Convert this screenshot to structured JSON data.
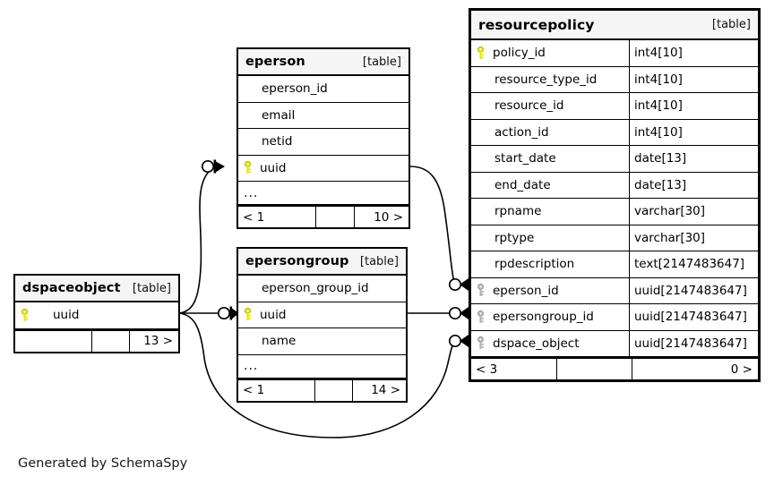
{
  "diagram": {
    "type": "entity-relationship-diagram",
    "generator_credit": "Generated by SchemaSpy",
    "table_tag": "[table]",
    "ellipsis": "...",
    "colors": {
      "primary_key": "#e8e800",
      "foreign_key": "#b3b3b3",
      "header_background": "#f5f5f5",
      "border": "#000000",
      "background": "#ffffff"
    }
  },
  "tables": [
    {
      "id": "dspaceobject",
      "name": "dspaceobject",
      "tag": "[table]",
      "has_type_column": false,
      "has_ellipsis_row": false,
      "columns": [
        {
          "name": "uuid",
          "type": "",
          "key": "primary"
        }
      ],
      "footer": {
        "left": "",
        "middle": "",
        "right": "13 >"
      }
    },
    {
      "id": "eperson",
      "name": "eperson",
      "tag": "[table]",
      "has_type_column": false,
      "has_ellipsis_row": true,
      "columns": [
        {
          "name": "eperson_id",
          "type": "",
          "key": "none"
        },
        {
          "name": "email",
          "type": "",
          "key": "none"
        },
        {
          "name": "netid",
          "type": "",
          "key": "none"
        },
        {
          "name": "uuid",
          "type": "",
          "key": "primary"
        }
      ],
      "footer": {
        "left": "< 1",
        "middle": "",
        "right": "10 >"
      }
    },
    {
      "id": "epersongroup",
      "name": "epersongroup",
      "tag": "[table]",
      "has_type_column": false,
      "has_ellipsis_row": true,
      "columns": [
        {
          "name": "eperson_group_id",
          "type": "",
          "key": "none"
        },
        {
          "name": "uuid",
          "type": "",
          "key": "primary"
        },
        {
          "name": "name",
          "type": "",
          "key": "none"
        }
      ],
      "footer": {
        "left": "< 1",
        "middle": "",
        "right": "14 >"
      }
    },
    {
      "id": "resourcepolicy",
      "name": "resourcepolicy",
      "tag": "[table]",
      "has_type_column": true,
      "has_ellipsis_row": false,
      "columns": [
        {
          "name": "policy_id",
          "type": "int4[10]",
          "key": "primary"
        },
        {
          "name": "resource_type_id",
          "type": "int4[10]",
          "key": "none"
        },
        {
          "name": "resource_id",
          "type": "int4[10]",
          "key": "none"
        },
        {
          "name": "action_id",
          "type": "int4[10]",
          "key": "none"
        },
        {
          "name": "start_date",
          "type": "date[13]",
          "key": "none"
        },
        {
          "name": "end_date",
          "type": "date[13]",
          "key": "none"
        },
        {
          "name": "rpname",
          "type": "varchar[30]",
          "key": "none"
        },
        {
          "name": "rptype",
          "type": "varchar[30]",
          "key": "none"
        },
        {
          "name": "rpdescription",
          "type": "text[2147483647]",
          "key": "none"
        },
        {
          "name": "eperson_id",
          "type": "uuid[2147483647]",
          "key": "foreign"
        },
        {
          "name": "epersongroup_id",
          "type": "uuid[2147483647]",
          "key": "foreign"
        },
        {
          "name": "dspace_object",
          "type": "uuid[2147483647]",
          "key": "foreign"
        }
      ],
      "footer": {
        "left": "< 3",
        "middle": "",
        "right": "0 >"
      }
    }
  ],
  "relationships": [
    {
      "id": "dspaceobject-eperson",
      "from": "dspaceobject.uuid",
      "to": "eperson.uuid"
    },
    {
      "id": "dspaceobject-epersongroup",
      "from": "dspaceobject.uuid",
      "to": "epersongroup.uuid"
    },
    {
      "id": "dspaceobject-resourcepolicy",
      "from": "dspaceobject.uuid",
      "to": "resourcepolicy.dspace_object"
    },
    {
      "id": "eperson-resourcepolicy",
      "from": "eperson.uuid",
      "to": "resourcepolicy.eperson_id"
    },
    {
      "id": "epersongroup-resourcepolicy",
      "from": "epersongroup.uuid",
      "to": "resourcepolicy.epersongroup_id"
    }
  ]
}
